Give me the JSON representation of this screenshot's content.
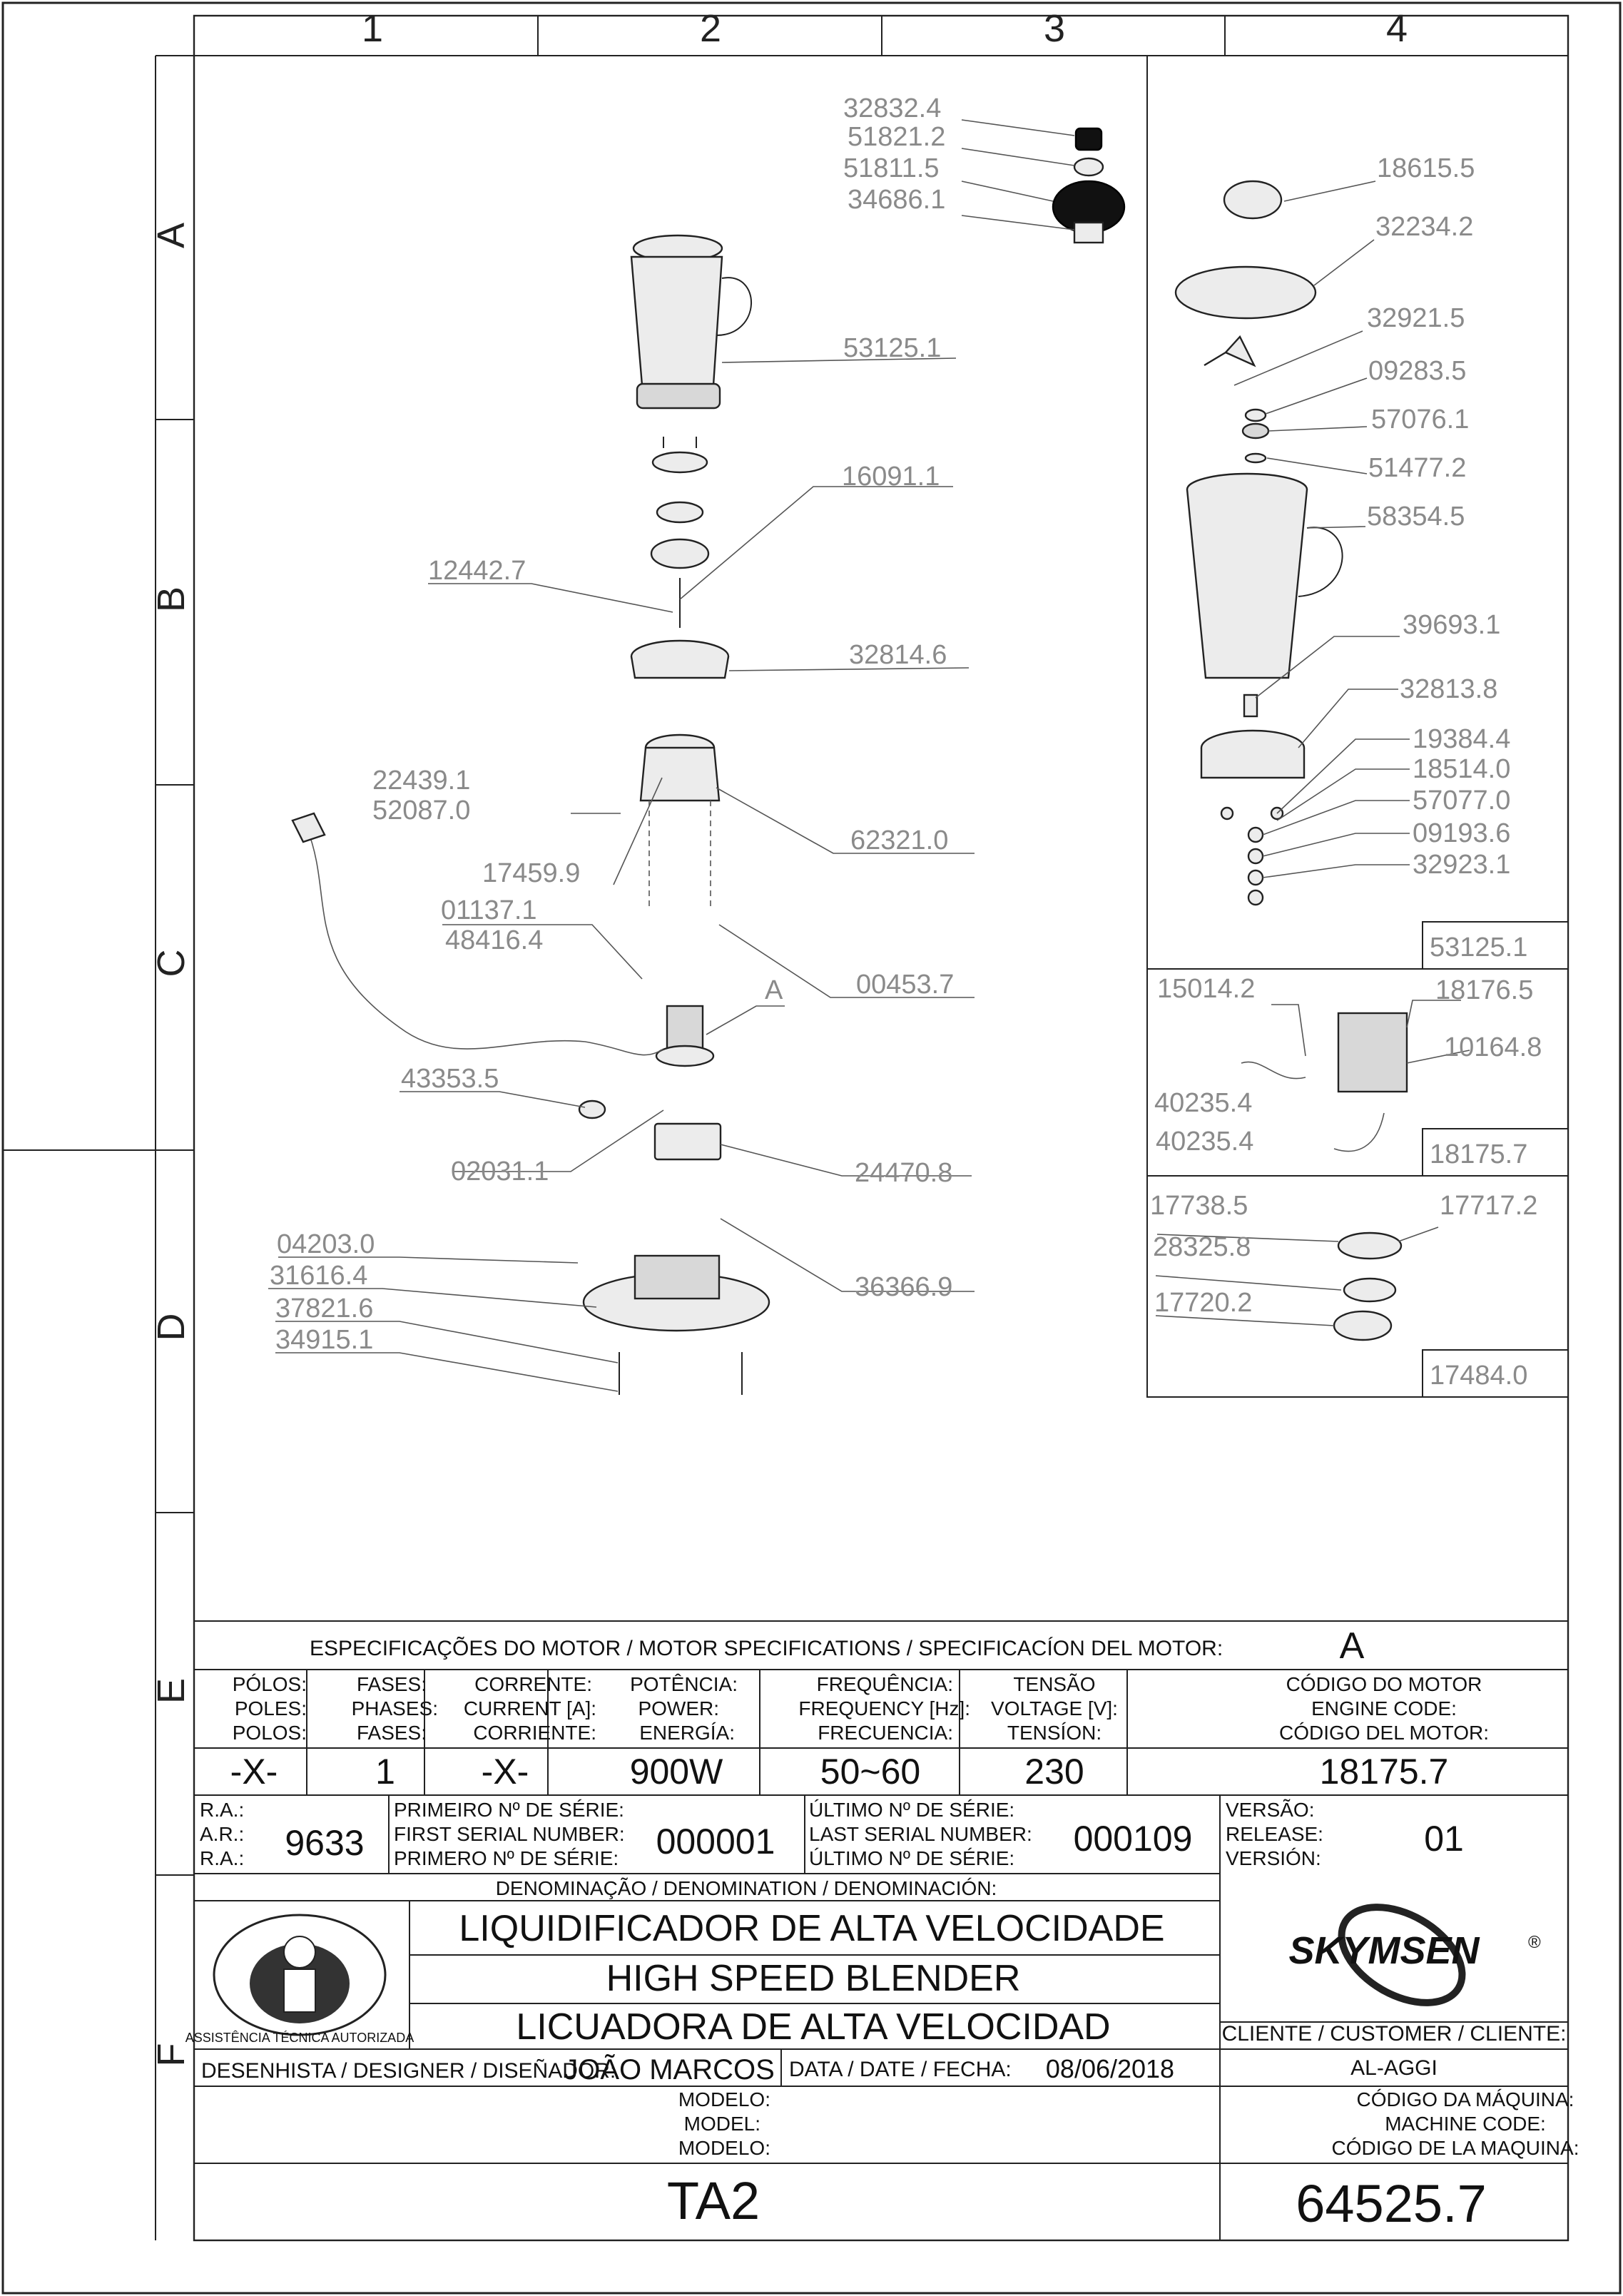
{
  "ruler": {
    "columns": [
      "1",
      "2",
      "3",
      "4"
    ],
    "rows": [
      "A",
      "B",
      "C",
      "D",
      "E",
      "F"
    ]
  },
  "parts": {
    "p32832_4": "32832.4",
    "p51821_2": "51821.2",
    "p51811_5": "51811.5",
    "p34686_1": "34686.1",
    "p53125_1": "53125.1",
    "p16091_1": "16091.1",
    "p12442_7": "12442.7",
    "p32814_6": "32814.6",
    "p22439_1": "22439.1",
    "p52087_0": "52087.0",
    "p17459_9": "17459.9",
    "p62321_0": "62321.0",
    "p01137_1": "01137.1",
    "p48416_4": "48416.4",
    "p00453_7": "00453.7",
    "motor_ref": "A",
    "p43353_5": "43353.5",
    "p02031_1": "02031.1",
    "p24470_8": "24470.8",
    "p04203_0": "04203.0",
    "p31616_4": "31616.4",
    "p37821_6": "37821.6",
    "p34915_1": "34915.1",
    "p36366_9": "36366.9"
  },
  "right_panel": {
    "p18615_5": "18615.5",
    "p32234_2": "32234.2",
    "p32921_5": "32921.5",
    "p09283_5": "09283.5",
    "p57076_1": "57076.1",
    "p51477_2": "51477.2",
    "p58354_5": "58354.5",
    "p39693_1": "39693.1",
    "p32813_8": "32813.8",
    "p19384_4": "19384.4",
    "p18514_0": "18514.0",
    "p57077_0": "57077.0",
    "p09193_6": "09193.6",
    "p32923_1": "32923.1",
    "box1_code": "53125.1",
    "p15014_2": "15014.2",
    "p18176_5": "18176.5",
    "p10164_8": "10164.8",
    "p40235_4a": "40235.4",
    "p40235_4b": "40235.4",
    "box2_code": "18175.7",
    "p17738_5": "17738.5",
    "p17717_2": "17717.2",
    "p28325_8": "28325.8",
    "p17720_2": "17720.2",
    "box3_code": "17484.0"
  },
  "specs": {
    "header": "ESPECIFICAÇÕES DO MOTOR / MOTOR SPECIFICATIONS / SPECIFICACÍON DEL MOTOR:",
    "motor_letter": "A",
    "poles_label": [
      "PÓLOS:",
      "POLES:",
      "POLOS:"
    ],
    "phases_label": [
      "FASES:",
      "PHASES:",
      "FASES:"
    ],
    "current_label": [
      "CORRENTE:",
      "CURRENT [A]:",
      "CORRIENTE:"
    ],
    "power_label": [
      "POTÊNCIA:",
      "POWER:",
      "ENERGÍA:"
    ],
    "frequency_label": [
      "FREQUÊNCIA:",
      "FREQUENCY [Hz]:",
      "FRECUENCIA:"
    ],
    "voltage_label": [
      "TENSÃO",
      "VOLTAGE [V]:",
      "TENSÍON:"
    ],
    "engine_code_label": [
      "CÓDIGO DO MOTOR",
      "ENGINE CODE:",
      "CÓDIGO DEL MOTOR:"
    ],
    "poles": "-X-",
    "phases": "1",
    "current": "-X-",
    "power": "900W",
    "frequency": "50~60",
    "voltage": "230",
    "engine_code": "18175.7"
  },
  "serial": {
    "ra_label": [
      "R.A.:",
      "A.R.:",
      "R.A.:"
    ],
    "ra_value": "9633",
    "first_label": [
      "PRIMEIRO Nº DE SÉRIE:",
      "FIRST SERIAL NUMBER:",
      "PRIMERO Nº DE SÉRIE:"
    ],
    "first_value": "000001",
    "last_label": [
      "ÚLTIMO Nº DE SÉRIE:",
      "LAST SERIAL NUMBER:",
      "ÚLTIMO Nº DE SÉRIE:"
    ],
    "last_value": "000109",
    "version_label": [
      "VERSÃO:",
      "RELEASE:",
      "VERSIÓN:"
    ],
    "version_value": "01"
  },
  "denomination": {
    "label": "DENOMINAÇÃO / DENOMINATION / DENOMINACIÓN:",
    "pt": "LIQUIDIFICADOR DE ALTA VELOCIDADE",
    "en": "HIGH SPEED BLENDER",
    "es": "LICUADORA DE ALTA VELOCIDAD",
    "seal_text": "ASSISTÊNCIA TÉCNICA AUTORIZADA",
    "brand": "SKYMSEN",
    "brand_mark": "®"
  },
  "client": {
    "label": "CLIENTE / CUSTOMER / CLIENTE:",
    "value": "AL-AGGI"
  },
  "designer": {
    "label": "DESENHISTA / DESIGNER / DISEÑADOR:",
    "value": "JOÃO MARCOS",
    "date_label": "DATA / DATE / FECHA:",
    "date_value": "08/06/2018"
  },
  "model": {
    "label": [
      "MODELO:",
      "MODEL:",
      "MODELO:"
    ],
    "value": "TA2"
  },
  "machine_code": {
    "label": [
      "CÓDIGO DA MÁQUINA:",
      "MACHINE CODE:",
      "CÓDIGO DE LA MAQUINA:"
    ],
    "value": "64525.7"
  },
  "colors": {
    "line": "#222222",
    "label_gray": "#8a8a8a",
    "text": "#111111"
  }
}
